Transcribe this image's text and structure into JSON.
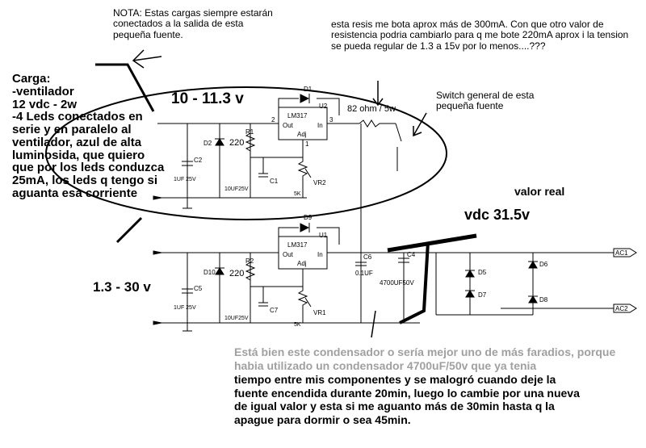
{
  "notes": {
    "top": "NOTA: Estas cargas siempre estarán conectados a la salida de esta pequeña fuente.",
    "resistor_question": "esta resis me bota aprox más de 300mA. Con que otro valor de resistencia podria cambiarlo para q me bote 220mA aprox i la tension se pueda regular de 1.3 a 15v por lo menos....???",
    "load": "Carga:\n-ventilador\n12 vdc - 2w\n-4 Leds conectados en serie y en paralelo al ventilador, azul de alta luminosida, que quiero que por los leds conduzca 25mA, los leds q tengo si aguanta esa corriente",
    "switch": "Switch general de esta pequeña fuente",
    "range_upper": "10 - 11.3 v",
    "range_lower": "1.3 - 30 v",
    "real_value": "valor real",
    "vdc": "vdc 31.5v",
    "question_gray": "Está bien este condensador o sería mejor uno de más faradios, porque habia utilizado un condensador 4700uF/50v que ya tenia",
    "question_black": "tiempo entre mis componentes y se malogró cuando deje la\nfuente encendida durante 20min, luego lo cambie por una nueva\nde igual valor y esta si me aguanto más de 30min hasta q la\napague para dormir o sea 45min."
  },
  "schematic": {
    "d1": "D1",
    "u2": "U2",
    "lm317_upper": "LM317",
    "out": "Out",
    "in": "In",
    "adj": "Adj",
    "pin2": "2",
    "pin3": "3",
    "pin1": "1",
    "r82": "82 ohm / 5w",
    "d2": "D2",
    "r1": "R1",
    "r1v": "220",
    "c2": "C2",
    "c2v": "1UF 25V",
    "c1": "C1",
    "c1v": "10UF25V",
    "vr2": "VR2",
    "vr2v": "5K",
    "d9": "D9",
    "u1": "U1",
    "lm317_lower": "LM317",
    "d10": "D10",
    "r2": "R2",
    "r2v": "220",
    "c5": "C5",
    "c5v": "1UF 25V",
    "c7": "C7",
    "c7v": "10UF25V",
    "vr1": "VR1",
    "vr1v": "5K",
    "c6": "C6",
    "c6v": "0.1UF",
    "c4": "C4",
    "c4v": "4700UF50V",
    "d5": "D5",
    "d6": "D6",
    "d7": "D7",
    "d8": "D8",
    "ac1": "AC1",
    "ac2": "AC2"
  }
}
